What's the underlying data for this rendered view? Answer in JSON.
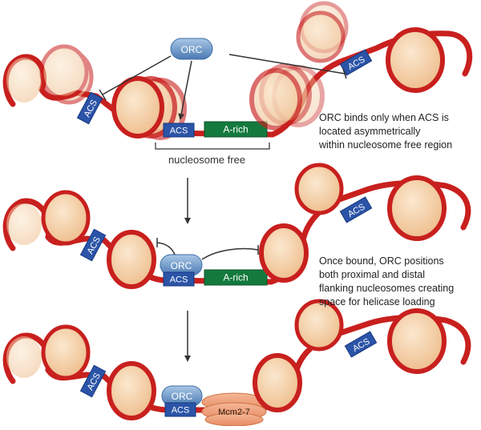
{
  "labels": {
    "orc": "ORC",
    "acs": "ACS",
    "a_rich": "A-rich",
    "nucleosome_free": "nucleosome free",
    "mcm": "Mcm2-7"
  },
  "captions": {
    "panel1": [
      "ORC binds only when ACS is",
      "located asymmetrically",
      "within nucleosome free region"
    ],
    "panel2": [
      "Once bound, ORC positions",
      "both proximal and distal",
      "flanking nucleosomes creating",
      "space for helicase loading"
    ]
  },
  "colors": {
    "dna": "#c8201e",
    "nucleosome": "#f4d2a8",
    "nucleosome_edge": "#e3ad78",
    "acs": "#2b54a7",
    "a_rich": "#137a3e",
    "orc": "#5f8ec2",
    "mcm": "#ee9a72",
    "arrow": "#333333"
  }
}
